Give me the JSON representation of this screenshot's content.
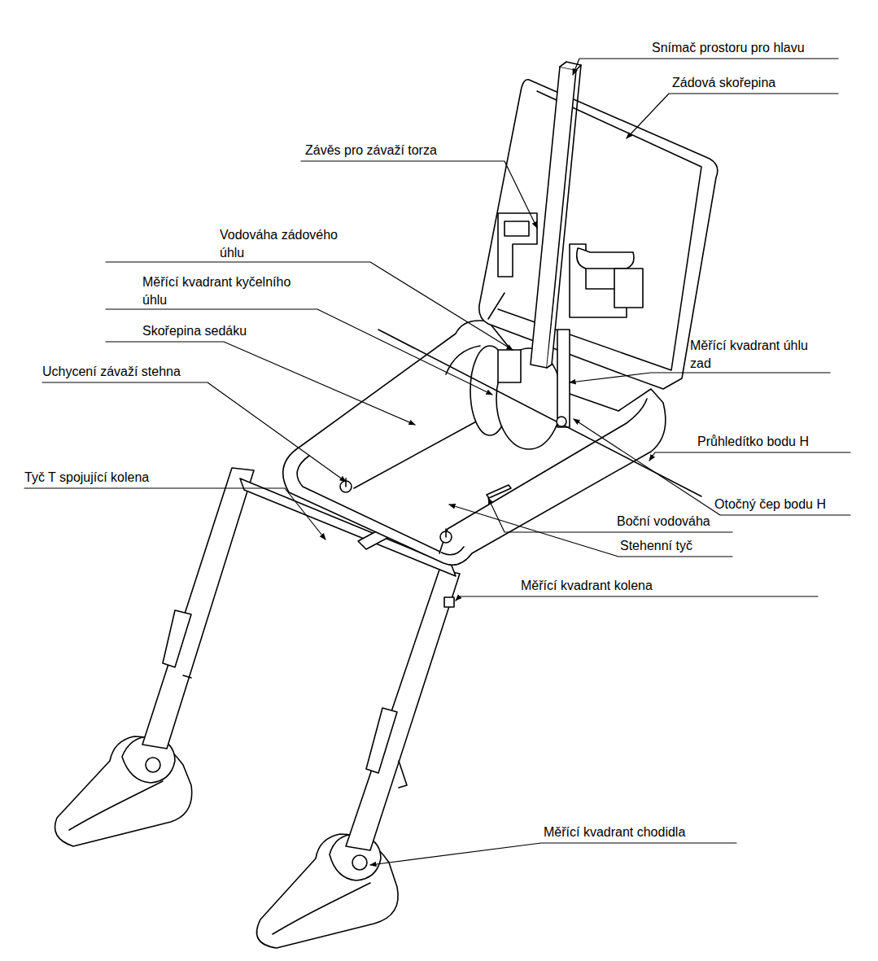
{
  "diagram": {
    "labels": [
      "Snímač prostoru pro hlavu",
      "Zádová skořepina",
      "Závěs pro závaží torza",
      "Vodováha zádového úhlu",
      "Měřící kvadrant kyčelního úhlu",
      "Skořepina sedáku",
      "Uchycení závaží stehna",
      "Tyč T spojující kolena",
      "Měřící kvadrant úhlu zad",
      "Průhledítko bodu H",
      "Otočný čep bodu H",
      "Boční vodováha",
      "Stehenní tyč",
      "Měřící kvadrant kolena",
      "Měřící kvadrant chodidla"
    ]
  }
}
